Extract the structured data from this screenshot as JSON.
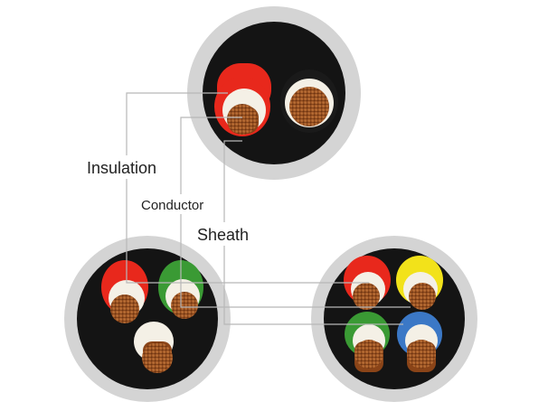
{
  "labels": {
    "insulation": "Insulation",
    "conductor": "Conductor",
    "sheath": "Sheath"
  },
  "colors": {
    "sheath_outer": "#d4d4d4",
    "core_background": "#141414",
    "red": "#e8281c",
    "green": "#3a9a34",
    "yellow": "#f2e21a",
    "blue": "#3b78c6",
    "black_core": "#1a1a1a",
    "copper": "#8a4418",
    "inner_white": "#f4f0e6",
    "leader_line": "#b8b8b8"
  },
  "cables": [
    {
      "name": "two-core cable",
      "cores": [
        "red",
        "black"
      ]
    },
    {
      "name": "three-core cable",
      "cores": [
        "red",
        "green",
        "white"
      ]
    },
    {
      "name": "four-core cable",
      "cores": [
        "red",
        "yellow",
        "green",
        "blue"
      ]
    }
  ]
}
